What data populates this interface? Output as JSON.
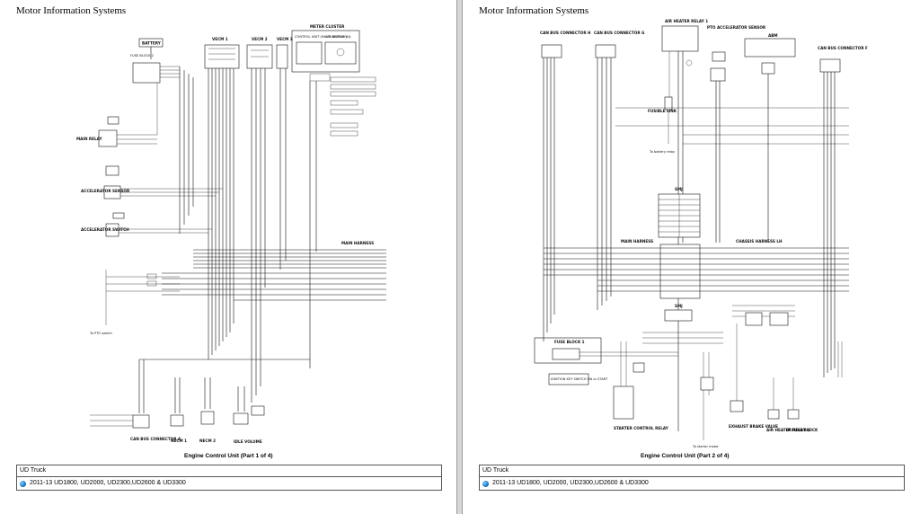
{
  "left": {
    "header": "Motor Information Systems",
    "caption": "Engine Control Unit (Part 1 of 4)",
    "info_title": "UD Truck",
    "info_item": "2011-13 UD1800, UD2000, UD2300,UD2600 & UD3300",
    "labels": {
      "battery": "BATTERY",
      "fuse_block": "FUSE BLOCK 2",
      "ecm1": "VECM 1",
      "ecm2": "VECM 2",
      "ecm3": "VECM 3",
      "meter_cluster": "METER CLUSTER",
      "control_unit": "CONTROL UNIT (MULTI-DISPLAY)",
      "air_heater": "AIR HEATER W/L",
      "main_relay": "MAIN RELAY",
      "accel_sensor": "ACCELERATOR SENSOR",
      "accel_switch": "ACCELERATOR SWITCH",
      "main_harness": "MAIN HARNESS",
      "to_pto": "To PTO switch",
      "can_bus_a": "CAN BUS CONNECTOR A",
      "necm1": "NECM 1",
      "necm2": "NECM 2",
      "idle_volume": "IDLE VOLUME"
    }
  },
  "right": {
    "header": "Motor Information Systems",
    "caption": "Engine Control Unit (Part 2 of 4)",
    "info_title": "UD Truck",
    "info_item": "2011-13 UD1800, UD2000, UD2300,UD2600 & UD3300",
    "labels": {
      "can_bus_h": "CAN BUS CONNECTOR H",
      "can_bus_g": "CAN BUS CONNECTOR G",
      "air_heater_relay": "AIR HEATER RELAY 1",
      "pto_accel": "PTO ACCELERATOR SENSOR",
      "abm": "ABM",
      "can_bus_f": "CAN BUS CONNECTOR F",
      "fusible_link": "FUSIBLE LINK",
      "to_battery": "To battery relay",
      "smj1": "SMJ",
      "main_harness": "MAIN HARNESS",
      "chassis_harness": "CHASSIS HARNESS LH",
      "smj2": "SMJ",
      "fuse_block1": "FUSE BLOCK 1",
      "ignition": "IGNITION KEY SWITCH ON or START",
      "starter_relay": "STARTER CONTROL RELAY",
      "to_starter": "To starter motor",
      "exhaust": "EXHAUST BRAKE VALVE",
      "air_heater_relay2": "AIR HEATER RELAY 4",
      "ip_fuse": "IP FUSE BLOCK"
    }
  }
}
